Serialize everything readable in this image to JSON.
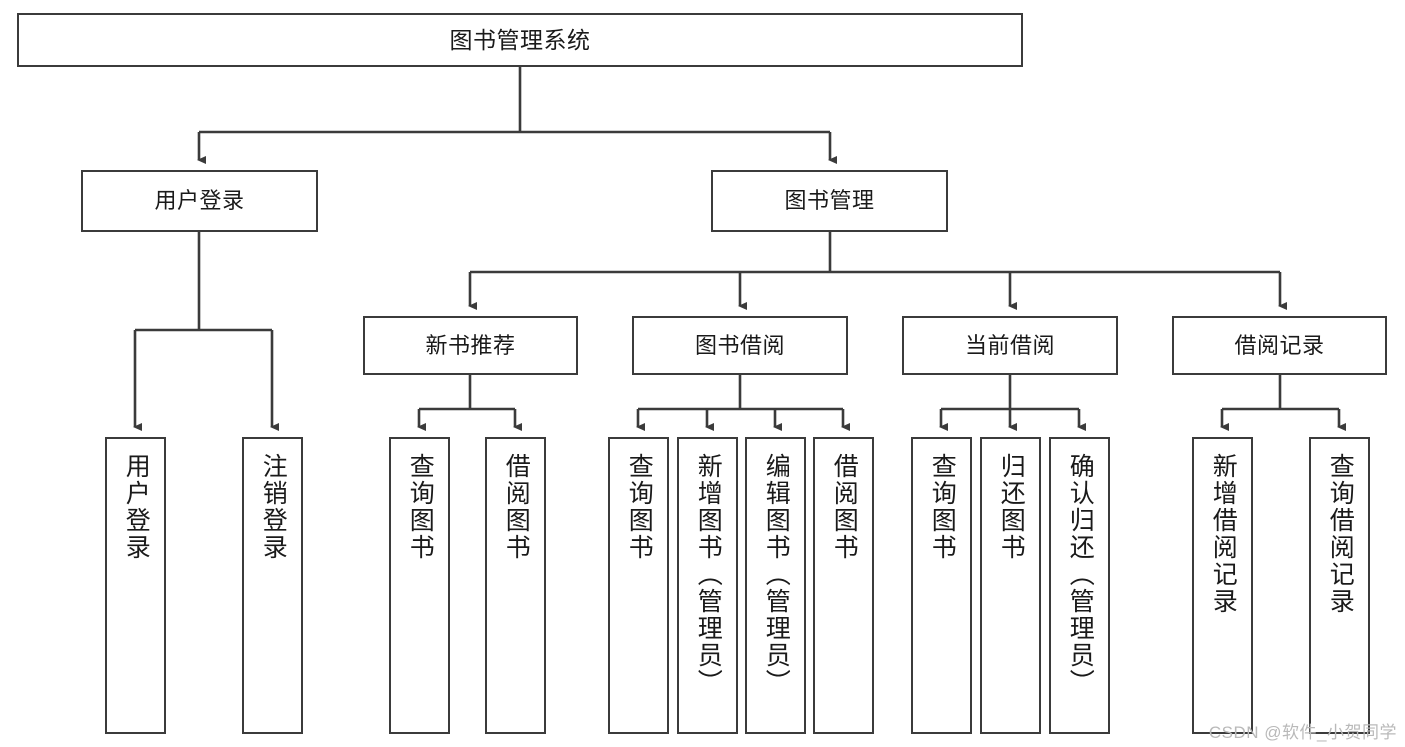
{
  "diagram": {
    "title": "图书管理系统",
    "type": "tree-hierarchy",
    "watermark": "CSDN @软件_小贺同学",
    "colors": {
      "stroke": "#3b3b3b",
      "fill": "#ffffff",
      "text": "#1a1a1a",
      "watermark": "#b9b9b9"
    }
  },
  "nodes": {
    "root": {
      "label": "图书管理系统"
    },
    "level2": [
      {
        "label": "用户登录"
      },
      {
        "label": "图书管理"
      }
    ],
    "level3": [
      {
        "label": "新书推荐"
      },
      {
        "label": "图书借阅"
      },
      {
        "label": "当前借阅"
      },
      {
        "label": "借阅记录"
      }
    ],
    "leaves": {
      "user_login": [
        {
          "label": "用户登录"
        },
        {
          "label": "注销登录"
        }
      ],
      "new_book_recommend": [
        {
          "label": "查询图书"
        },
        {
          "label": "借阅图书"
        }
      ],
      "book_borrow": [
        {
          "label": "查询图书"
        },
        {
          "label": "新增图书（管理员）"
        },
        {
          "label": "编辑图书（管理员）"
        },
        {
          "label": "借阅图书"
        }
      ],
      "current_borrow": [
        {
          "label": "查询图书"
        },
        {
          "label": "归还图书"
        },
        {
          "label": "确认归还（管理员）"
        }
      ],
      "borrow_record": [
        {
          "label": "新增借阅记录"
        },
        {
          "label": "查询借阅记录"
        }
      ]
    }
  }
}
